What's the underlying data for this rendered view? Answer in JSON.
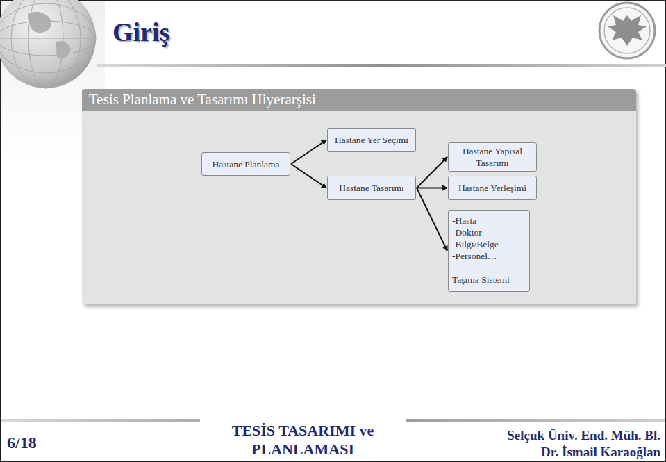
{
  "diagram": {
    "title": "Giriş",
    "nodes": [
      {
        "text": [
          "Tesis Planlama ve Tasarımı Hiyerarşisi"
        ]
      },
      {
        "text": [
          "Hastane Planlama"
        ],
        "in": 0
      },
      {
        "text": [
          "Hastane Yer Seçimi"
        ],
        "in": 0
      },
      {
        "text": [
          "Hastane Tasarımı"
        ],
        "in": 0
      },
      {
        "text": [
          "Hastane Yapısal Tasarımı"
        ],
        "in": 0
      },
      {
        "text": [
          "Hastane Yerleşimi"
        ],
        "in": 0
      },
      {
        "text": [
          "-Hasta",
          "-Doktor",
          "-Bilgi/Belge",
          "-Personel…",
          "Taşıma Sistemi"
        ],
        "in": 0
      }
    ],
    "edges": [
      {
        "from": 1,
        "to": 2,
        "arrow": "to"
      },
      {
        "from": 1,
        "to": 3,
        "arrow": "to"
      },
      {
        "from": 3,
        "to": 4,
        "arrow": "to"
      },
      {
        "from": 3,
        "to": 5,
        "arrow": "to"
      },
      {
        "from": 3,
        "to": 6,
        "arrow": "to"
      }
    ],
    "labels": [
      "6/18",
      "TESİS TASARIMI ve PLANLAMASI",
      "Selçuk Üniv. End. Müh. Bl.",
      "Dr. İsmail Karaoğlan"
    ]
  }
}
